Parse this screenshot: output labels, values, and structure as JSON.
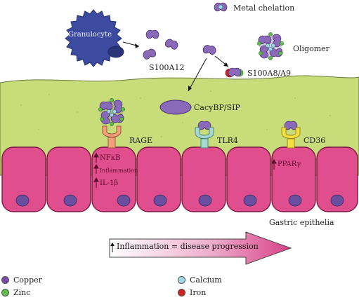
{
  "labels": {
    "granulocyte": "Granulocyte",
    "s100a12": "S100A12",
    "metal_chelation": "Metal chelation",
    "oligomer": "Oligomer",
    "s100a8a9": "S100A8/A9",
    "cacybp": "CacyBP/SIP",
    "rage": "RAGE",
    "tlr4": "TLR4",
    "cd36": "CD36",
    "nfkb": "NFκB",
    "inflammation": "Inflammation",
    "il1b": "IL-1β",
    "ppar": "PPARγ",
    "gastric": "Gastric epithelia",
    "progression": "Inflammation = disease progression",
    "up_arrow": "↑"
  },
  "legend": [
    {
      "label": "Copper",
      "color": "#7a4aa8"
    },
    {
      "label": "Zinc",
      "color": "#5bbf4a"
    },
    {
      "label": "Calcium",
      "color": "#9fd8ea"
    },
    {
      "label": "Iron",
      "color": "#d62020"
    }
  ],
  "colors": {
    "lumen": "#c8dc7a",
    "cell": "#e14e8e",
    "cell_dark": "#7a1642",
    "nucleus": "#6a4fa0",
    "granulocyte": "#3c4aa0",
    "s100": "#8a6ab8",
    "rage": "#f2a07a",
    "tlr4": "#a8d8d0",
    "cd36": "#f4e040",
    "arrow": "#d8428a"
  },
  "icons": [
    "metal-chelation-icon",
    "up-arrow-icon"
  ]
}
